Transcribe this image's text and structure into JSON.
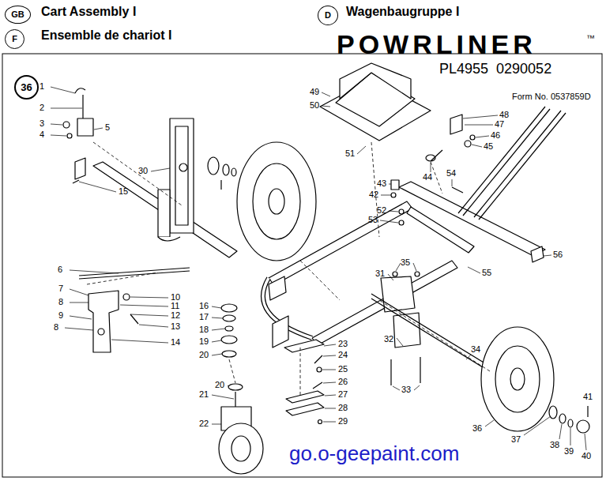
{
  "diagram": {
    "nodes": [
      {
        "text": [
          "GB"
        ]
      },
      {
        "text": [
          "D"
        ]
      },
      {
        "text": [
          "F"
        ]
      },
      {
        "text": [
          "36"
        ]
      }
    ],
    "labels": [
      "Cart Assembly I",
      "Wagenbaugruppe I",
      "Ensemble de chariot I",
      "POWRLINER",
      "™",
      "PL4955  0290052",
      "Form No. 0537859D",
      "1",
      "2",
      "3",
      "4",
      "5",
      "6",
      "7",
      "8",
      "9",
      "8",
      "10",
      "11",
      "12",
      "13",
      "14",
      "15",
      "16",
      "17",
      "18",
      "19",
      "20",
      "20",
      "21",
      "22",
      "23",
      "24",
      "25",
      "26",
      "27",
      "28",
      "29",
      "30",
      "31",
      "32",
      "33",
      "34",
      "35",
      "36",
      "37",
      "38",
      "39",
      "40",
      "41",
      "42",
      "43",
      "44",
      "45",
      "46",
      "47",
      "48",
      "49",
      "50",
      "51",
      "52",
      "53",
      "54",
      "55",
      "56",
      "go.o-geepaint.com"
    ]
  }
}
